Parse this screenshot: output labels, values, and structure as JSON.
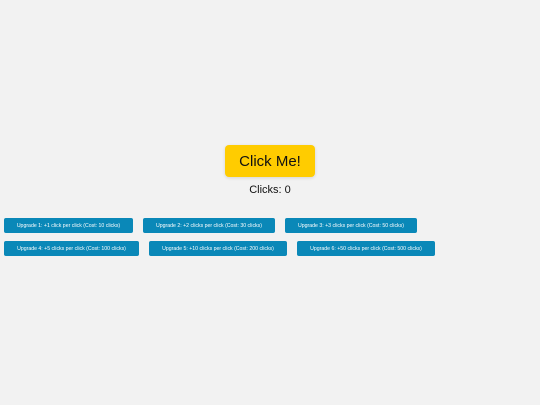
{
  "game": {
    "click_button_label": "Click Me!",
    "clicks_label": "Clicks:",
    "clicks_value": "0",
    "click_button_color": "#ffcc00",
    "upgrade_button_color": "#0a88b8",
    "background_color": "#f2f2f2"
  },
  "upgrades": [
    {
      "label": "Upgrade 1: +1 click per click (Cost: 10 clicks)"
    },
    {
      "label": "Upgrade 2: +2 clicks per click (Cost: 30 clicks)"
    },
    {
      "label": "Upgrade 3: +3 clicks per click (Cost: 50 clicks)"
    },
    {
      "label": "Upgrade 4: +5 clicks per click (Cost: 100 clicks)"
    },
    {
      "label": "Upgrade 5: +10 clicks per click (Cost: 200 clicks)"
    },
    {
      "label": "Upgrade 6: +50 clicks per click (Cost: 500 clicks)"
    }
  ]
}
